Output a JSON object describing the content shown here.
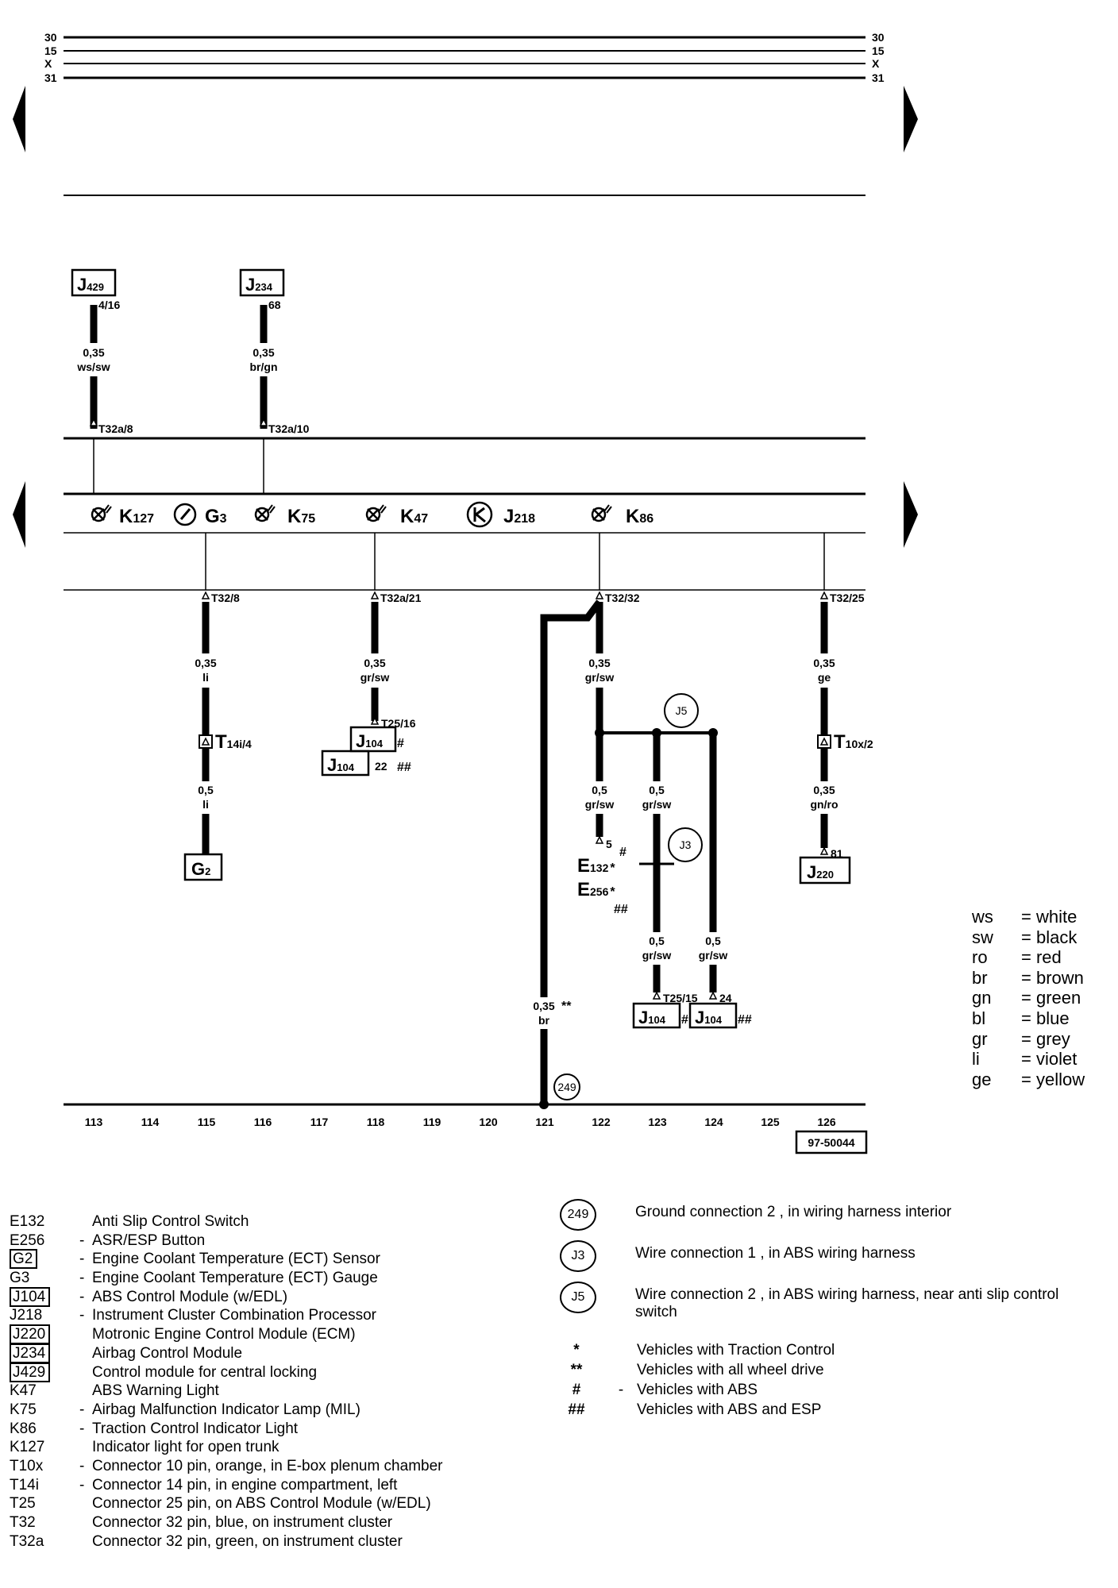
{
  "bus_bars": [
    {
      "id": "30",
      "left": "30",
      "right": "30"
    },
    {
      "id": "15",
      "left": "15",
      "right": "15"
    },
    {
      "id": "x",
      "left": "X",
      "right": "X"
    },
    {
      "id": "31",
      "left": "31",
      "right": "31"
    }
  ],
  "components": {
    "J429": {
      "base": "J",
      "sub": "429"
    },
    "J234": {
      "base": "J",
      "sub": "234"
    },
    "J104": {
      "base": "J",
      "sub": "104"
    },
    "G2": {
      "base": "G",
      "sub": "2"
    },
    "J220": {
      "base": "J",
      "sub": "220"
    }
  },
  "cluster_items": [
    {
      "id": "K127",
      "base": "K",
      "sub": "127",
      "icon": "warning-lamp-icon"
    },
    {
      "id": "G3",
      "base": "G",
      "sub": "3",
      "icon": "gauge-icon"
    },
    {
      "id": "K75",
      "base": "K",
      "sub": "75",
      "icon": "warning-lamp-icon"
    },
    {
      "id": "K47",
      "base": "K",
      "sub": "47",
      "icon": "warning-lamp-icon"
    },
    {
      "id": "J218",
      "base": "J",
      "sub": "218",
      "icon": "processor-icon"
    },
    {
      "id": "K86",
      "base": "K",
      "sub": "86",
      "icon": "warning-lamp-icon"
    }
  ],
  "pins": {
    "j429_pin": "4/16",
    "j234_pin": "68",
    "t32a_8": "T32a/8",
    "t32a_10": "T32a/10",
    "t32_8": "T32/8",
    "t32a_21": "T32a/21",
    "t32_32": "T32/32",
    "t32_25": "T32/25",
    "t25_16": "T25/16",
    "j104_22": "22",
    "e132_pin": "5",
    "j220_pin": "81",
    "t25_15": "T25/15",
    "pin_24": "24"
  },
  "connectors": {
    "t14i": {
      "base": "T",
      "sub": "14i/4"
    },
    "t10x": {
      "base": "T",
      "sub": "10x/2"
    }
  },
  "wires": [
    {
      "id": "j429",
      "size": "0,35",
      "color": "ws/sw"
    },
    {
      "id": "j234",
      "size": "0,35",
      "color": "br/gn"
    },
    {
      "id": "c115-top",
      "size": "0,35",
      "color": "li"
    },
    {
      "id": "c115-bot",
      "size": "0,5",
      "color": "li"
    },
    {
      "id": "c118",
      "size": "0,35",
      "color": "gr/sw"
    },
    {
      "id": "c122-top",
      "size": "0,35",
      "color": "gr/sw"
    },
    {
      "id": "c122-bot",
      "size": "0,5",
      "color": "gr/sw"
    },
    {
      "id": "c123-top",
      "size": "0,5",
      "color": "gr/sw"
    },
    {
      "id": "c123-bot",
      "size": "0,5",
      "color": "gr/sw"
    },
    {
      "id": "c124-bot",
      "size": "0,5",
      "color": "gr/sw"
    },
    {
      "id": "c126-top",
      "size": "0,35",
      "color": "ge"
    },
    {
      "id": "c126-bot",
      "size": "0,35",
      "color": "gn/ro"
    },
    {
      "id": "c121",
      "size": "0,35",
      "color": "br"
    }
  ],
  "marks": {
    "hash": "#",
    "double_hash": "##",
    "star": "*",
    "double_star": "**"
  },
  "switches": {
    "e132": {
      "base": "E",
      "sub": "132"
    },
    "e256": {
      "base": "E",
      "sub": "256"
    }
  },
  "nodes": {
    "j5": "J5",
    "j3": "J3",
    "g249": "249"
  },
  "columns": [
    "113",
    "114",
    "115",
    "116",
    "117",
    "118",
    "119",
    "120",
    "121",
    "122",
    "123",
    "124",
    "125",
    "126"
  ],
  "figure_id": "97-50044",
  "color_legend": [
    {
      "code": "ws",
      "name": "= white"
    },
    {
      "code": "sw",
      "name": "= black"
    },
    {
      "code": "ro",
      "name": "= red"
    },
    {
      "code": "br",
      "name": "= brown"
    },
    {
      "code": "gn",
      "name": "= green"
    },
    {
      "code": "bl",
      "name": "= blue"
    },
    {
      "code": "gr",
      "name": "= grey"
    },
    {
      "code": "li",
      "name": "= violet"
    },
    {
      "code": "ge",
      "name": "= yellow"
    }
  ],
  "legend_left": [
    {
      "code": "E132",
      "dash": "",
      "text": "Anti Slip Control Switch",
      "boxed": false
    },
    {
      "code": "E256",
      "dash": "-",
      "text": "ASR/ESP Button",
      "boxed": false
    },
    {
      "code": "G2",
      "dash": "-",
      "text": "Engine Coolant Temperature (ECT) Sensor",
      "boxed": true
    },
    {
      "code": "G3",
      "dash": "-",
      "text": "Engine Coolant Temperature (ECT) Gauge",
      "boxed": false
    },
    {
      "code": "J104",
      "dash": "-",
      "text": "ABS Control Module (w/EDL)",
      "boxed": true
    },
    {
      "code": "J218",
      "dash": "-",
      "text": "Instrument Cluster Combination Processor",
      "boxed": false
    },
    {
      "code": "J220",
      "dash": "",
      "text": "Motronic Engine Control Module (ECM)",
      "boxed": true
    },
    {
      "code": "J234",
      "dash": "",
      "text": "Airbag Control Module",
      "boxed": true
    },
    {
      "code": "J429",
      "dash": "",
      "text": "Control module for central locking",
      "boxed": true
    },
    {
      "code": "K47",
      "dash": "",
      "text": "ABS Warning Light",
      "boxed": false
    },
    {
      "code": "K75",
      "dash": "-",
      "text": "Airbag Malfunction Indicator Lamp (MIL)",
      "boxed": false
    },
    {
      "code": "K86",
      "dash": "-",
      "text": "Traction Control Indicator Light",
      "boxed": false
    },
    {
      "code": "K127",
      "dash": "",
      "text": "Indicator light for open trunk",
      "boxed": false
    },
    {
      "code": "T10x",
      "dash": "-",
      "text": "Connector 10 pin, orange, in E-box plenum chamber",
      "boxed": false
    },
    {
      "code": "T14i",
      "dash": "-",
      "text": "Connector 14 pin, in engine compartment, left",
      "boxed": false
    },
    {
      "code": "T25",
      "dash": "",
      "text": "Connector 25 pin, on ABS Control Module (w/EDL)",
      "boxed": false
    },
    {
      "code": "T32",
      "dash": "",
      "text": "Connector 32 pin, blue, on instrument cluster",
      "boxed": false
    },
    {
      "code": "T32a",
      "dash": "",
      "text": "Connector 32 pin, green, on instrument cluster",
      "boxed": false
    }
  ],
  "legend_right_circles": [
    {
      "symbol": "249",
      "text": "Ground connection  2 , in wiring harness interior"
    },
    {
      "symbol": "J3",
      "text": "Wire connection  1 , in ABS wiring harness"
    },
    {
      "symbol": "J5",
      "text": "Wire connection  2 , in ABS wiring harness, near anti slip control switch"
    }
  ],
  "legend_right_symbols": [
    {
      "symbol": "*",
      "dash": "",
      "text": "Vehicles with Traction Control"
    },
    {
      "symbol": "**",
      "dash": "",
      "text": "Vehicles with all wheel drive"
    },
    {
      "symbol": "#",
      "dash": "-",
      "text": "Vehicles with ABS"
    },
    {
      "symbol": "##",
      "dash": "",
      "text": "Vehicles with ABS and ESP"
    }
  ]
}
